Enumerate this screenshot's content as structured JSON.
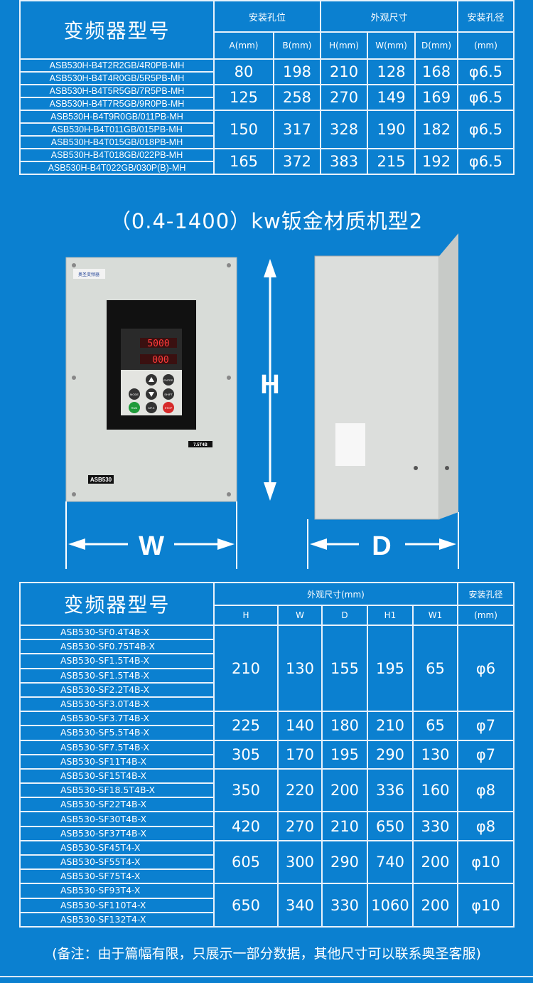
{
  "table1": {
    "header": {
      "model": "变频器型号",
      "mount_pos": "安装孔位",
      "outer_dim": "外观尺寸",
      "hole_dia": "安装孔径",
      "A": "A(mm)",
      "B": "B(mm)",
      "H": "H(mm)",
      "W": "W(mm)",
      "D": "D(mm)",
      "unit": "(mm)"
    },
    "groups": [
      {
        "models": [
          "ASB530H-B4T2R2GB/4R0PB-MH",
          "ASB530H-B4T4R0GB/5R5PB-MH"
        ],
        "A": "80",
        "B": "198",
        "H": "210",
        "W": "128",
        "D": "168",
        "dia": "φ6.5"
      },
      {
        "models": [
          "ASB530H-B4T5R5GB/7R5PB-MH",
          "ASB530H-B4T7R5GB/9R0PB-MH"
        ],
        "A": "125",
        "B": "258",
        "H": "270",
        "W": "149",
        "D": "169",
        "dia": "φ6.5"
      },
      {
        "models": [
          "ASB530H-B4T9R0GB/011PB-MH",
          "ASB530H-B4T011GB/015PB-MH",
          "ASB530H-B4T015GB/018PB-MH"
        ],
        "A": "150",
        "B": "317",
        "H": "328",
        "W": "190",
        "D": "182",
        "dia": "φ6.5"
      },
      {
        "models": [
          "ASB530H-B4T018GB/022PB-MH",
          "ASB530H-B4T022GB/030P(B)-MH"
        ],
        "A": "165",
        "B": "372",
        "H": "383",
        "W": "215",
        "D": "192",
        "dia": "φ6.5"
      }
    ]
  },
  "section_title": "（0.4-1400）kw钣金材质机型2",
  "device": {
    "brand_label": "奥圣变频器",
    "model_badge": "ASB530",
    "rating_badge": "7.5T4B",
    "display_top": "5000",
    "display_bottom": "000",
    "keys": {
      "enter": "ENTER",
      "mode": "MODE",
      "shift": "SHIFT",
      "run": "RUN",
      "mfk": "MF.K",
      "stop": "STOP"
    },
    "dim_labels": {
      "H": "H",
      "W": "W",
      "D": "D"
    }
  },
  "table2": {
    "header": {
      "model": "变频器型号",
      "outer_dim": "外观尺寸(mm)",
      "hole_dia": "安装孔径",
      "H": "H",
      "W": "W",
      "D": "D",
      "H1": "H1",
      "W1": "W1",
      "unit": "(mm)"
    },
    "groups": [
      {
        "models": [
          "ASB530-SF0.4T4B-X",
          "ASB530-SF0.75T4B-X",
          "ASB530-SF1.5T4B-X",
          "ASB530-SF1.5T4B-X",
          "ASB530-SF2.2T4B-X",
          "ASB530-SF3.0T4B-X"
        ],
        "H": "210",
        "W": "130",
        "D": "155",
        "H1": "195",
        "W1": "65",
        "dia": "φ6"
      },
      {
        "models": [
          "ASB530-SF3.7T4B-X",
          "ASB530-SF5.5T4B-X"
        ],
        "H": "225",
        "W": "140",
        "D": "180",
        "H1": "210",
        "W1": "65",
        "dia": "φ7"
      },
      {
        "models": [
          "ASB530-SF7.5T4B-X",
          "ASB530-SF11T4B-X"
        ],
        "H": "305",
        "W": "170",
        "D": "195",
        "H1": "290",
        "W1": "130",
        "dia": "φ7"
      },
      {
        "models": [
          "ASB530-SF15T4B-X",
          "ASB530-SF18.5T4B-X",
          "ASB530-SF22T4B-X"
        ],
        "H": "350",
        "W": "220",
        "D": "200",
        "H1": "336",
        "W1": "160",
        "dia": "φ8"
      },
      {
        "models": [
          "ASB530-SF30T4B-X",
          "ASB530-SF37T4B-X"
        ],
        "H": "420",
        "W": "270",
        "D": "210",
        "H1": "650",
        "W1": "330",
        "dia": "φ8"
      },
      {
        "models": [
          "ASB530-SF45T4-X",
          "ASB530-SF55T4-X",
          "ASB530-SF75T4-X"
        ],
        "H": "605",
        "W": "300",
        "D": "290",
        "H1": "740",
        "W1": "200",
        "dia": "φ10"
      },
      {
        "models": [
          "ASB530-SF93T4-X",
          "ASB530-SF110T4-X",
          "ASB530-SF132T4-X"
        ],
        "H": "650",
        "W": "340",
        "D": "330",
        "H1": "1060",
        "W1": "200",
        "dia": "φ10"
      }
    ]
  },
  "footnote": "(备注：由于篇幅有限，只展示一部分数据，其他尺寸可以联系奥圣客服)"
}
